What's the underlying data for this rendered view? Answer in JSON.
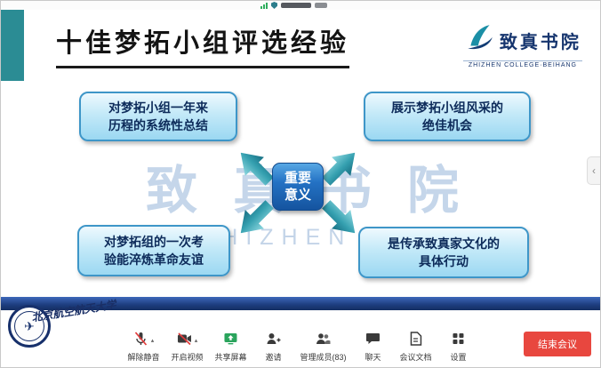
{
  "topbar": {
    "icons": [
      "network-signal",
      "security-shield",
      "meeting-info"
    ]
  },
  "slide": {
    "title": "十佳梦拓小组评选经验",
    "college_logo": {
      "cn": "致真书院",
      "en": "ZHIZHEN COLLEGE·BEIHANG"
    },
    "watermark": {
      "cn": "致真书院",
      "en": "ZHIZHEN  COLLEGE"
    },
    "center": {
      "label": "重要\n意义"
    },
    "boxes": [
      {
        "id": "top-left",
        "text": "对梦拓小组一年来\n历程的系统性总结"
      },
      {
        "id": "top-right",
        "text": "展示梦拓小组风采的\n绝佳机会"
      },
      {
        "id": "bottom-left",
        "text": "对梦拓组的一次考\n验能淬炼革命友谊"
      },
      {
        "id": "bottom-right",
        "text": "是传承致真家文化的\n具体行动"
      }
    ]
  },
  "footer": {
    "university": "北京航空航天大学",
    "university_emblem_glyph": "✈",
    "tools": [
      {
        "label": "解除静音",
        "icon": "microphone-muted-icon",
        "caret": "▴"
      },
      {
        "label": "开启视频",
        "icon": "camera-off-icon",
        "caret": "▴"
      },
      {
        "label": "共享屏幕",
        "icon": "share-screen-icon"
      },
      {
        "label": "邀请",
        "icon": "invite-icon"
      },
      {
        "label": "管理成员(83)",
        "icon": "members-icon"
      },
      {
        "label": "聊天",
        "icon": "chat-icon"
      },
      {
        "label": "会议文档",
        "icon": "meeting-docs-icon"
      },
      {
        "label": "设置",
        "icon": "settings-icon"
      }
    ],
    "end_meeting": "结束会议"
  },
  "panel": {
    "collapse_glyph": "‹"
  },
  "colors": {
    "accent_teal": "#2b8c94",
    "box_border": "#3e96c8",
    "center_blue": "#15549f",
    "bottom_bar_blue": "#1d3d7e",
    "end_red": "#e8473f",
    "watermark_blue": "#b7cde6"
  }
}
